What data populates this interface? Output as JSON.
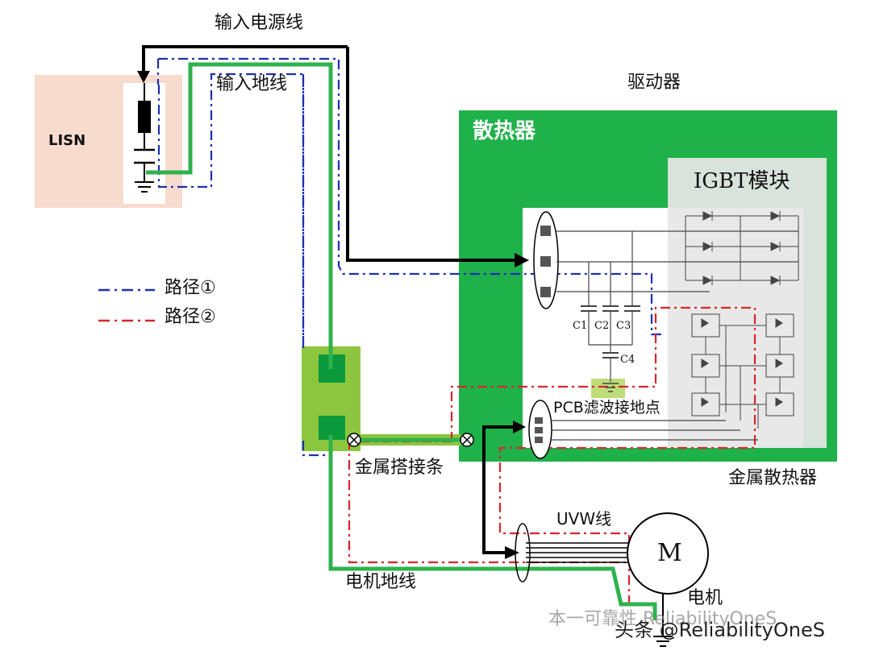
{
  "labels": {
    "input_power_line": "输入电源线",
    "input_ground_line": "输入地线",
    "driver": "驱动器",
    "lisn": "LISN",
    "heatsink": "散热器",
    "igbt_module": "IGBT模块",
    "path1": "路径①",
    "path2": "路径②",
    "pcb_filter_ground": "PCB滤波接地点",
    "metal_strap": "金属搭接条",
    "metal_heatsink": "金属散热器",
    "uvw_line": "UVW线",
    "motor_ground_line": "电机地线",
    "motor": "电机",
    "motor_symbol": "M",
    "c1": "C1",
    "c2": "C2",
    "c3": "C3",
    "c4": "C4",
    "watermark_1": "本一可靠性 ReliabilityOneS",
    "watermark_2": "头条 @ReliabilityOneS"
  },
  "colors": {
    "heatsink_green": "#1fb14a",
    "ground_wire_green": "#2fb24d",
    "strap_lightgreen": "#8cc63f",
    "lisn_bg": "#f7dccd",
    "path1_blue": "#1d2fb5",
    "path2_red": "#d8262c",
    "wire_black": "#000000",
    "igbt_panel": "#e6e6e6"
  }
}
